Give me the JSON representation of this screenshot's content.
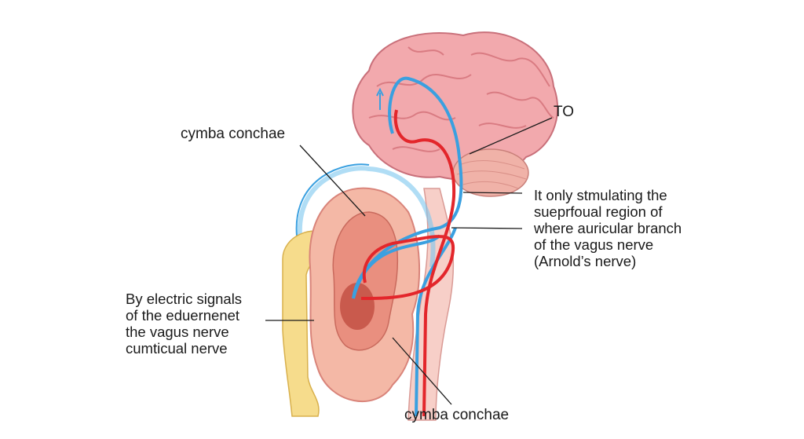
{
  "labels": {
    "top_left": "cymba conchae",
    "top_right": "TO",
    "right_block": "It only stmulating the\nsueprfoual region of\nwhere auricular branch\nof the vagus nerve\n(Arnold’s nerve)",
    "left_block": "By electric signals\nof the eduernenet\nthe vagus nerve\ncumticual nerve",
    "bottom": "cymba conchae"
  },
  "colors": {
    "brain": "#f2a9ad",
    "brain_dark": "#d97b82",
    "ear": "#f4b8a6",
    "cartilage": "#f6dc8c",
    "nerve_blue": "#3aa0e0",
    "nerve_red": "#e3262b",
    "brainstem": "#f7cfc8"
  }
}
